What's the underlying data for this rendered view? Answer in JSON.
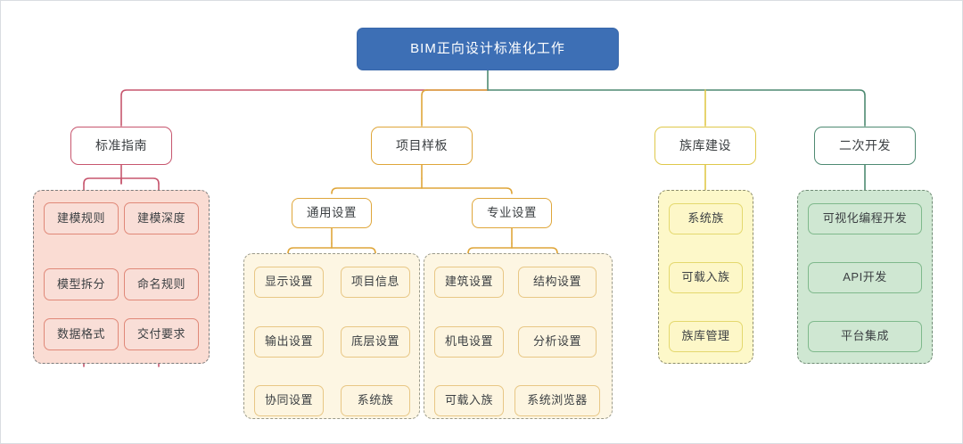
{
  "diagram": {
    "title": "BIM正向设计标准化工作",
    "type": "mind-map-tree",
    "colors": {
      "root_fill": "#3d6fb5",
      "root_text": "#ffffff",
      "red_branch": "#c7566e",
      "orange_branch": "#dfa63a",
      "yellow_branch": "#dfc84a",
      "green_branch": "#4e8a72",
      "red_group_fill": "#fadcd3",
      "orange_group_fill": "#fdf6e3",
      "yellow_group_fill": "#fdf8c9",
      "green_group_fill": "#cfe7d2",
      "canvas_border": "#d9dde1",
      "node_text": "#3c4043"
    },
    "root": {
      "label": "BIM正向设计标准化工作"
    },
    "branches": [
      {
        "id": "standards",
        "label": "标准指南",
        "color": "red",
        "leaves": [
          "建模规则",
          "建模深度",
          "模型拆分",
          "命名规则",
          "数据格式",
          "交付要求"
        ]
      },
      {
        "id": "project-template",
        "label": "项目样板",
        "color": "orange",
        "subgroups": [
          {
            "id": "general-settings",
            "label": "通用设置",
            "leaves": [
              "显示设置",
              "项目信息",
              "输出设置",
              "底层设置",
              "协同设置",
              "系统族"
            ]
          },
          {
            "id": "professional-settings",
            "label": "专业设置",
            "leaves": [
              "建筑设置",
              "结构设置",
              "机电设置",
              "分析设置",
              "可载入族",
              "系统浏览器"
            ]
          }
        ]
      },
      {
        "id": "family-library",
        "label": "族库建设",
        "color": "yellow",
        "leaves": [
          "系统族",
          "可载入族",
          "族库管理"
        ]
      },
      {
        "id": "secondary-development",
        "label": "二次开发",
        "color": "green",
        "leaves": [
          "可视化编程开发",
          "API开发",
          "平台集成"
        ]
      }
    ]
  }
}
